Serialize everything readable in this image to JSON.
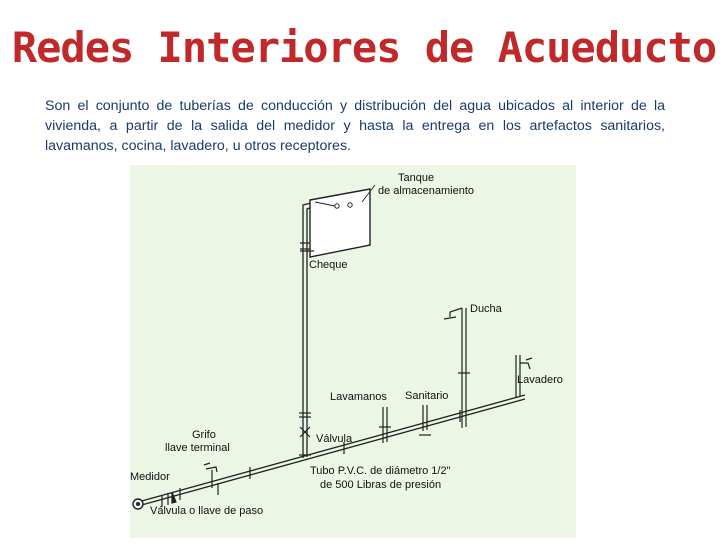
{
  "title": "Redes Interiores de Acueducto",
  "intro": "Son el conjunto de tuberías de conducción y  distribución del agua ubicados al interior de la vivienda, a partir de la  salida del medidor y hasta la entrega en los artefactos sanitarios,  lavamanos, cocina, lavadero, u otros receptores.",
  "colors": {
    "title_fill": "#c0282a",
    "title_outline": "#ffffff",
    "text": "#1a3a6e",
    "diagram_bg": "#ebf6e4"
  },
  "diagram": {
    "labels": {
      "tanque_1": "Tanque",
      "tanque_2": "de almacenamiento",
      "cheque": "Cheque",
      "ducha": "Ducha",
      "lavadero": "Lavadero",
      "lavamanos": "Lavamanos",
      "sanitario": "Sanitario",
      "grifo_1": "Grifo",
      "grifo_2": "llave terminal",
      "valvula": "Válvula",
      "tubo_1": "Tubo P.V.C. de diámetro 1/2\"",
      "tubo_2": "de 500 Libras de presión",
      "medidor": "Medidor",
      "valvula_paso": "Válvula o llave de paso"
    }
  }
}
